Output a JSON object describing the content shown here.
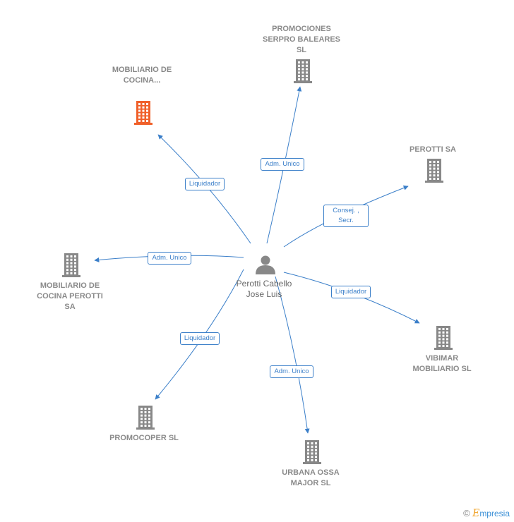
{
  "center": {
    "name": "Perotti Cabello Jose Luis"
  },
  "nodes": [
    {
      "id": "mobiliario-cocina-short",
      "label": "MOBILIARIO DE COCINA...",
      "color": "#f0602a"
    },
    {
      "id": "promociones-serpro",
      "label": "PROMOCIONES SERPRO BALEARES SL",
      "color": "#888888"
    },
    {
      "id": "perotti-sa",
      "label": "PEROTTI SA",
      "color": "#888888"
    },
    {
      "id": "mobiliario-cocina-perotti",
      "label": "MOBILIARIO DE COCINA PEROTTI SA",
      "color": "#888888"
    },
    {
      "id": "vibimar",
      "label": "VIBIMAR MOBILIARIO SL",
      "color": "#888888"
    },
    {
      "id": "promocoper",
      "label": "PROMOCOPER SL",
      "color": "#888888"
    },
    {
      "id": "urbana-ossa",
      "label": "URBANA OSSA MAJOR SL",
      "color": "#888888"
    }
  ],
  "edges": [
    {
      "to": "mobiliario-cocina-short",
      "label": "Liquidador"
    },
    {
      "to": "promociones-serpro",
      "label": "Adm. Unico"
    },
    {
      "to": "perotti-sa",
      "label": "Consej. , Secr."
    },
    {
      "to": "mobiliario-cocina-perotti",
      "label": "Adm. Unico"
    },
    {
      "to": "vibimar",
      "label": "Liquidador"
    },
    {
      "to": "promocoper",
      "label": "Liquidador"
    },
    {
      "to": "urbana-ossa",
      "label": "Adm. Unico"
    }
  ],
  "colors": {
    "edge": "#3b7fc9",
    "icon": "#888888",
    "highlight": "#f0602a"
  },
  "footer": {
    "symbol": "©",
    "brand_first": "E",
    "brand_rest": "mpresia"
  }
}
